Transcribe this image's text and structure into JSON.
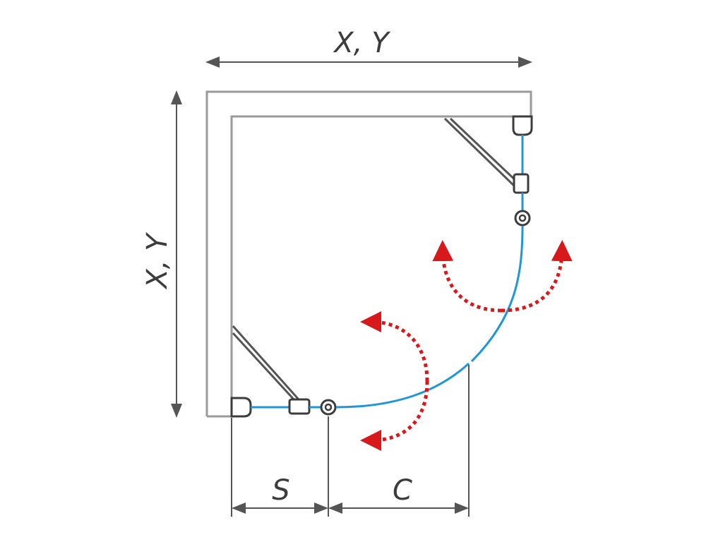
{
  "labels": {
    "top_dimension": "X, Y",
    "left_dimension": "X, Y",
    "s_dimension": "S",
    "c_dimension": "C"
  },
  "colors": {
    "wall": "#9a9a9a",
    "line": "#555555",
    "glass": "#1e96d7",
    "arrow": "#d7191c",
    "fitting": "#3c3c3c"
  }
}
